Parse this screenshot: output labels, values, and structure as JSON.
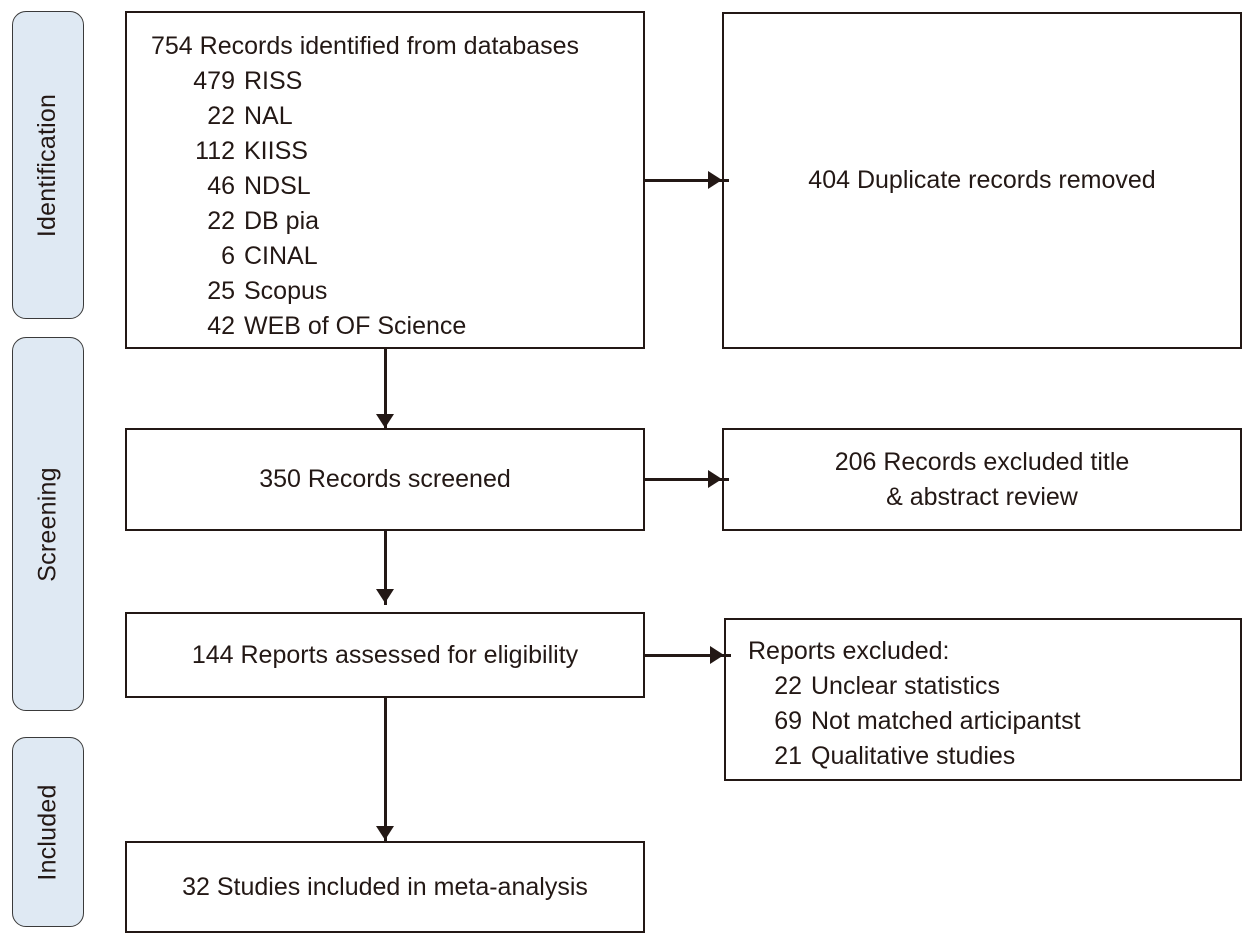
{
  "diagram": {
    "type": "prisma-flow-diagram",
    "title": "PRISMA flow diagram",
    "colors": {
      "stage_fill": "#dfe9f3",
      "stage_border": "#3a3a3a",
      "box_border": "#231815",
      "text": "#231815",
      "background": "#ffffff"
    }
  },
  "stages": [
    {
      "id": "identification",
      "label": "Identification"
    },
    {
      "id": "screening",
      "label": "Screening"
    },
    {
      "id": "included",
      "label": "Included"
    }
  ],
  "boxes": {
    "identified": {
      "heading": "754 Records identified from databases",
      "total": "754",
      "sources": [
        {
          "count": "479",
          "name": "RISS"
        },
        {
          "count": "22",
          "name": "NAL"
        },
        {
          "count": "112",
          "name": "KIISS"
        },
        {
          "count": "46",
          "name": "NDSL"
        },
        {
          "count": "22",
          "name": "DB pia"
        },
        {
          "count": "6",
          "name": "CINAL"
        },
        {
          "count": "25",
          "name": "Scopus"
        },
        {
          "count": "42",
          "name": "WEB of OF Science"
        }
      ]
    },
    "duplicates_removed": {
      "text": "404 Duplicate records removed",
      "count": "404"
    },
    "records_screened": {
      "text": "350 Records screened",
      "count": "350"
    },
    "records_excluded": {
      "line1": "206 Records excluded title",
      "line2": "& abstract review",
      "count": "206"
    },
    "reports_assessed": {
      "text": "144 Reports assessed for eligibility",
      "count": "144"
    },
    "reports_excluded": {
      "heading": "Reports excluded:",
      "reasons": [
        {
          "count": "22",
          "name": "Unclear statistics"
        },
        {
          "count": "69",
          "name": "Not matched articipantst"
        },
        {
          "count": "21",
          "name": "Qualitative studies"
        }
      ]
    },
    "included_studies": {
      "text": "32 Studies included in meta-analysis",
      "count": "32"
    }
  }
}
